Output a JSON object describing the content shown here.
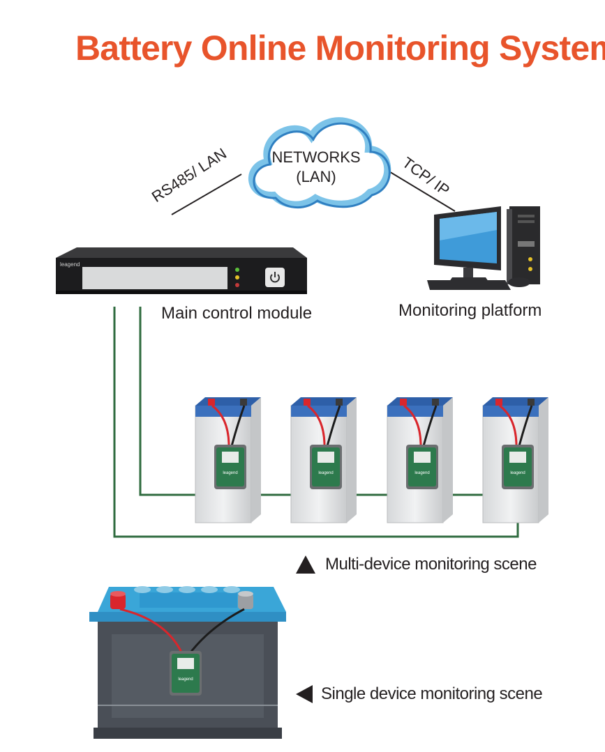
{
  "title": "Battery Online Monitoring System",
  "cloud": {
    "line1": "NETWORKS",
    "line2": "(LAN)"
  },
  "links": {
    "left": "RS485/ LAN",
    "right": "TCP/ IP"
  },
  "labels": {
    "main_module": "Main control module",
    "platform": "Monitoring platform"
  },
  "scenes": {
    "multi": "Multi-device monitoring scene",
    "single": "Single device monitoring scene"
  },
  "brand": "leagend",
  "colors": {
    "title": "#e8542b",
    "wire_green": "#2f6b3f",
    "wire_red": "#d9262c",
    "battery_lid": "#2e5fa8",
    "car_battery_lid": "#3aa6d8",
    "monitor_green": "#2d7a4d"
  }
}
